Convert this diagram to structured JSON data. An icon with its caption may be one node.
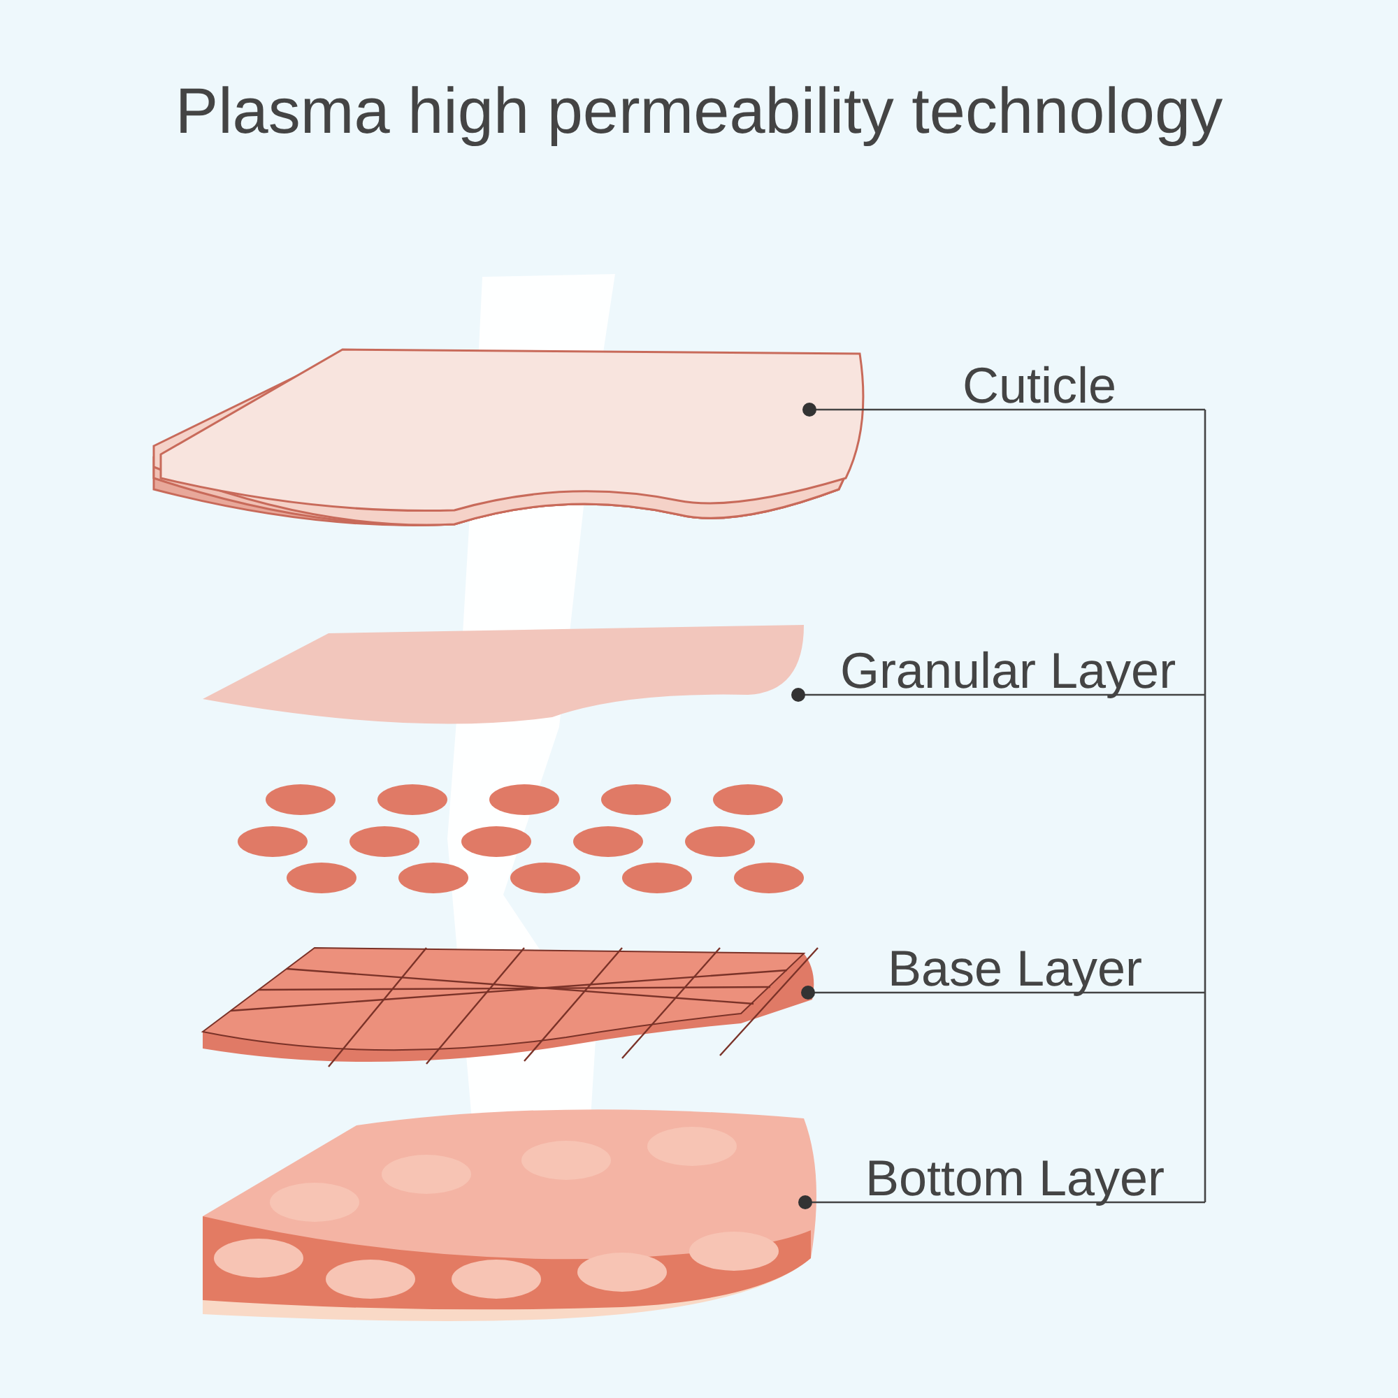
{
  "diagram": {
    "title": "Plasma high permeability technology",
    "nodes": [
      {
        "text": [
          "Cuticle"
        ]
      },
      {
        "text": [],
        "shape": "picture"
      },
      {
        "text": [
          "Granular Layer"
        ]
      },
      {
        "text": [],
        "shape": "picture"
      },
      {
        "text": [
          "Base Layer"
        ]
      },
      {
        "text": [],
        "shape": "picture"
      },
      {
        "text": [
          "Bottom Layer"
        ]
      },
      {
        "text": [],
        "shape": "picture"
      }
    ],
    "edges": [
      {
        "from": 0,
        "to": 1,
        "arrow": "other"
      },
      {
        "from": 2,
        "to": 3,
        "arrow": "other"
      },
      {
        "from": 4,
        "to": 5,
        "arrow": "other"
      },
      {
        "from": 6,
        "to": 7,
        "arrow": "other"
      }
    ]
  }
}
